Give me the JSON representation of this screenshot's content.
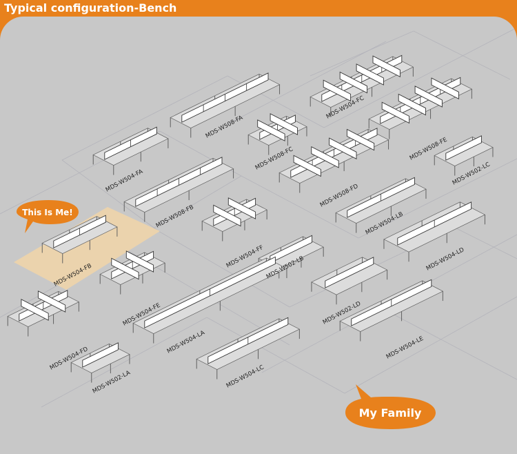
{
  "header": {
    "title": "Typical configuration-Bench"
  },
  "callouts": {
    "this_is_me": "This Is Me!",
    "my_family": "My Family"
  },
  "colors": {
    "accent": "#e8811c",
    "canvas": "#c8c8c8",
    "highlight": "#ebd3ad",
    "grid_line": "#b4b4bb",
    "desk_top": "#dcdcdc",
    "screen": "#ffffff",
    "frame": "#606060"
  },
  "models": [
    {
      "code": "MDS-W504-FA"
    },
    {
      "code": "MDS-W508-FA"
    },
    {
      "code": "MDS-W508-FC"
    },
    {
      "code": "MDS-W504-FC"
    },
    {
      "code": "MDS-W508-FE"
    },
    {
      "code": "MDS-W508-FB"
    },
    {
      "code": "MDS-W508-FD"
    },
    {
      "code": "MDS-W502-LC"
    },
    {
      "code": "MDS-W504-FB"
    },
    {
      "code": "MDS-W504-FF"
    },
    {
      "code": "MDS-W504-LB"
    },
    {
      "code": "MDS-W504-FE"
    },
    {
      "code": "MDS-W502-LB"
    },
    {
      "code": "MDS-W504-LD"
    },
    {
      "code": "MDS-W504-FD"
    },
    {
      "code": "MDS-W504-LA"
    },
    {
      "code": "MDS-W502-LD"
    },
    {
      "code": "MDS-W502-LA"
    },
    {
      "code": "MDS-W504-LC"
    },
    {
      "code": "MDS-W504-LE"
    }
  ]
}
